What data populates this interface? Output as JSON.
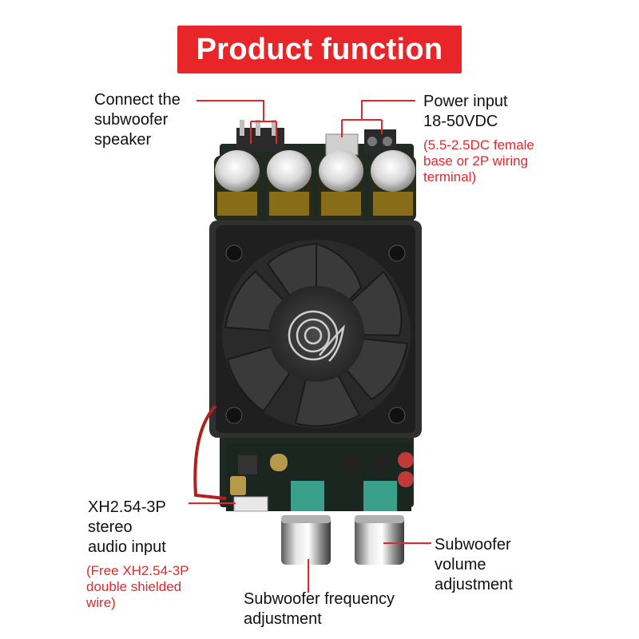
{
  "title": "Product function",
  "labels": {
    "subwoofer_speaker": [
      "Connect the",
      "subwoofer",
      "speaker"
    ],
    "power_input": [
      "Power input",
      "18-50VDC"
    ],
    "power_note": [
      "(5.5-2.5DC female",
      "base or 2P wiring",
      "terminal)"
    ],
    "audio_input": [
      "XH2.54-3P",
      "stereo",
      "audio input"
    ],
    "audio_note": [
      "(Free XH2.54-3P",
      "double shielded",
      "wire)"
    ],
    "volume": [
      "Subwoofer",
      "volume",
      "adjustment"
    ],
    "frequency": [
      "Subwoofer frequency",
      "adjustment"
    ]
  },
  "colors": {
    "accent": "#e8262a",
    "text": "#111111",
    "leader_line": "#e8262a"
  }
}
